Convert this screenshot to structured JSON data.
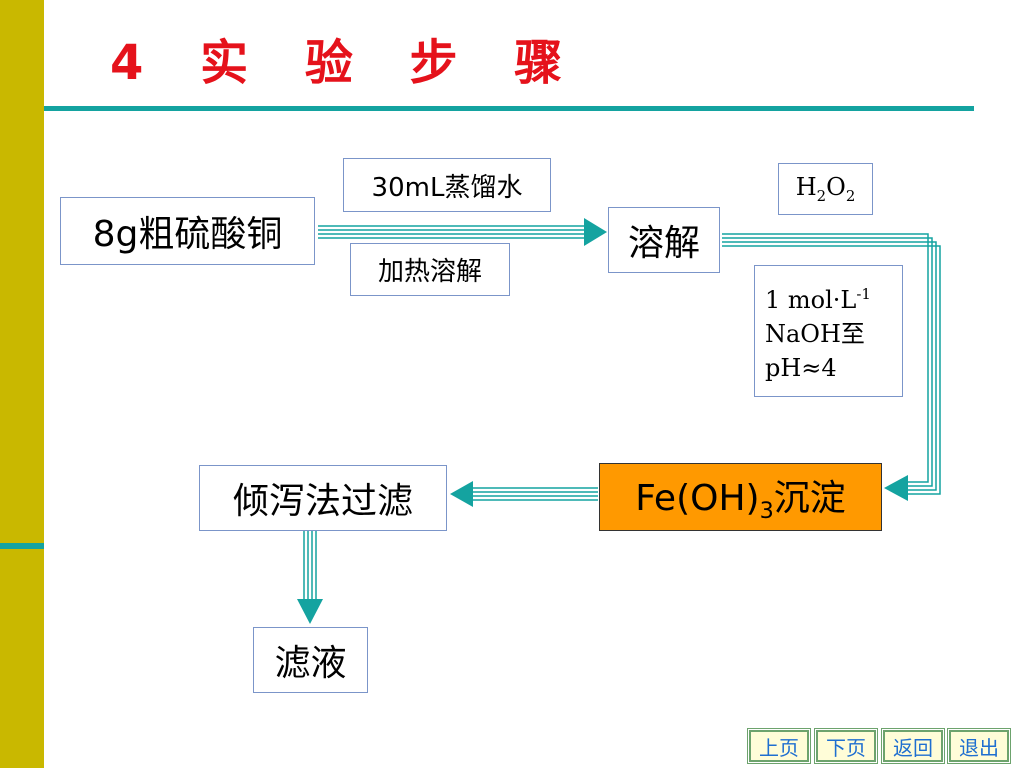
{
  "title": "4 实 验 步 骤",
  "boxes": {
    "raw_material": "8g粗硫酸铜",
    "water": "30mL蒸馏水",
    "heating": "加热溶解",
    "dissolve": "溶解",
    "peroxide": {
      "h": "H",
      "sub1": "2",
      "o": "O",
      "sub2": "2"
    },
    "naoh": {
      "line1_a": "1 mol·L",
      "line1_sup": "-1",
      "line2": "NaOH至",
      "line3": "pH≈4"
    },
    "precipitate": {
      "a": "Fe(OH)",
      "sub": "3",
      "b": "沉淀"
    },
    "filtration": "倾泻法过滤",
    "filtrate": "滤液"
  },
  "nav": {
    "prev": "上页",
    "next": "下页",
    "back": "返回",
    "exit": "退出"
  },
  "colors": {
    "accent_bar": "#c9b800",
    "teal": "#14a3a0",
    "title_red": "#e5121b",
    "precipitate_fill": "#ff9900"
  }
}
